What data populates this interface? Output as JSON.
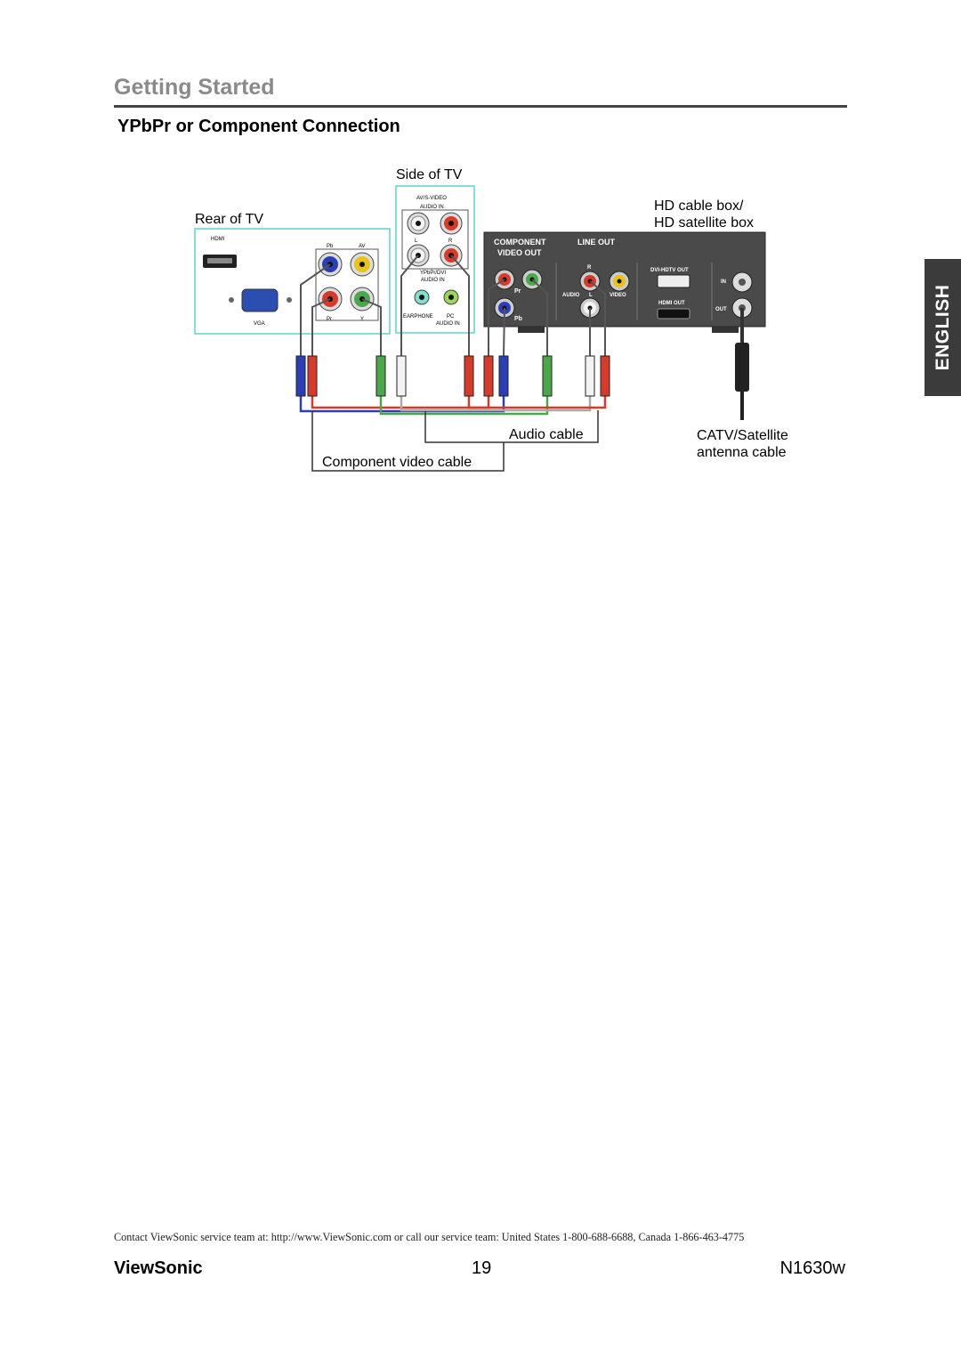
{
  "header": {
    "section_title": "Getting Started",
    "subtitle": "YPbPr or Component Connection"
  },
  "side_tab": {
    "label": "ENGLISH"
  },
  "diagram": {
    "side_of_tv": "Side of TV",
    "rear_of_tv": "Rear of TV",
    "hd_box_line1": "HD cable box/",
    "hd_box_line2": "HD satellite box",
    "rear_panel": {
      "hdmi": "HDMI",
      "vga": "VGA",
      "pb": "Pb",
      "av": "AV",
      "pr": "Pr",
      "y": "Y"
    },
    "side_panel": {
      "av_svideo": "AV/S-VIDEO",
      "audio_in": "AUDIO IN",
      "l": "L",
      "r": "R",
      "ypbpr_dvi": "YPbPr/DVI",
      "audio_in2": "AUDIO IN",
      "earphone": "EARPHONE",
      "pc": "PC",
      "audio_in3": "AUDIO IN"
    },
    "box_panel": {
      "component": "COMPONENT",
      "video_out": "VIDEO OUT",
      "line_out": "LINE OUT",
      "pr": "Pr",
      "pb": "Pb",
      "r": "R",
      "audio": "AUDIO",
      "l": "L",
      "video": "VIDEO",
      "dvi_hdtv_out": "DVI-HDTV OUT",
      "hdmi_out": "HDMI OUT",
      "in": "IN",
      "out": "OUT"
    },
    "audio_cable": "Audio cable",
    "component_cable": "Component video cable",
    "antenna_line1": "CATV/Satellite",
    "antenna_line2": "antenna cable"
  },
  "footer": {
    "contact": "Contact ViewSonic service team at: http://www.ViewSonic.com or call our service team: United States 1-800-688-6688, Canada 1-866-463-4775",
    "brand": "ViewSonic",
    "page_number": "19",
    "model": "N1630w"
  },
  "colors": {
    "title_gray": "#8a8a8a",
    "tab_bg": "#3b3b3b",
    "panel_outline": "#5fd4cc",
    "box_body": "#4a4a4a",
    "cable_red": "#d83a2a",
    "cable_blue": "#2a3fb5",
    "cable_green": "#4aa84a",
    "cable_yellow": "#e8c41a"
  }
}
